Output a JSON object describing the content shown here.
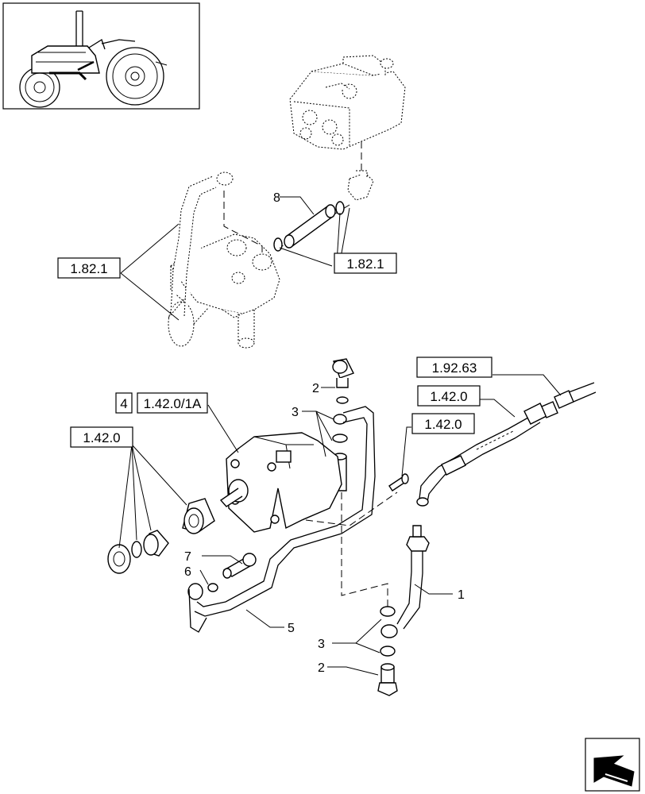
{
  "refs": {
    "r1": "1.82.1",
    "r2": "1.82.1",
    "r3": "1.92.63",
    "r4": "1.42.0",
    "r5": "1.42.0",
    "r6": "1.42.0/1A",
    "r7": "4",
    "r8": "1.42.0"
  },
  "parts": {
    "p1": "1",
    "p2a": "2",
    "p2b": "2",
    "p3a": "3",
    "p3b": "3",
    "p5": "5",
    "p6": "6",
    "p7": "7",
    "p8": "8"
  }
}
